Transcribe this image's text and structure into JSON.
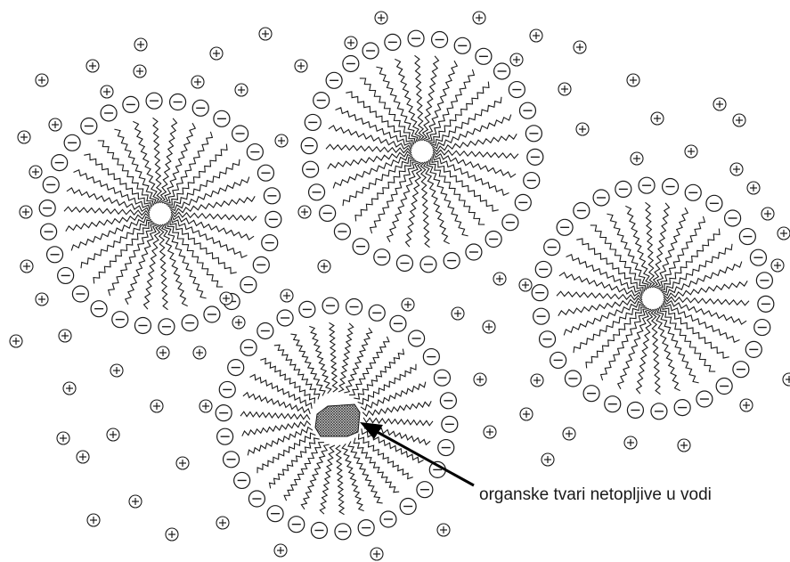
{
  "diagram": {
    "annotation": "organske tvari netopljive u vodi",
    "micelle_count": 4,
    "micelles": [
      {
        "id": "micelle-top-left",
        "core": "empty"
      },
      {
        "id": "micelle-top-center",
        "core": "empty"
      },
      {
        "id": "micelle-right",
        "core": "empty"
      },
      {
        "id": "micelle-bottom",
        "core": "organic-particle"
      }
    ],
    "head_symbol": "minus",
    "counter_ion_symbol": "plus",
    "colors": {
      "ink": "#1a1a1a",
      "core_fill": "#555555",
      "background": "#ffffff"
    }
  }
}
